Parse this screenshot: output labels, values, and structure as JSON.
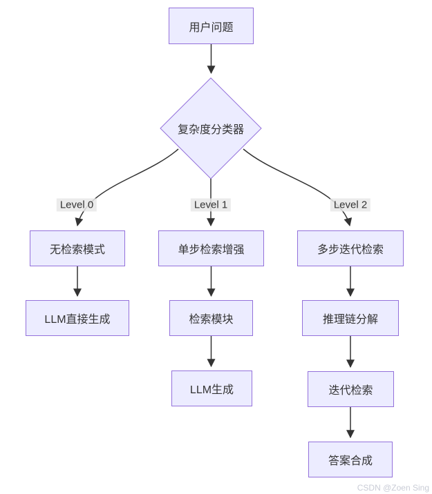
{
  "diagram": {
    "type": "flowchart",
    "nodes": {
      "user_question": {
        "label": "用户问题",
        "shape": "rect"
      },
      "classifier": {
        "label": "复杂度分类器",
        "shape": "diamond"
      },
      "no_retrieval": {
        "label": "无检索模式",
        "shape": "rect"
      },
      "llm_direct": {
        "label": "LLM直接生成",
        "shape": "rect"
      },
      "single_step": {
        "label": "单步检索增强",
        "shape": "rect"
      },
      "retrieval_module": {
        "label": "检索模块",
        "shape": "rect"
      },
      "llm_gen": {
        "label": "LLM生成",
        "shape": "rect"
      },
      "multi_step": {
        "label": "多步迭代检索",
        "shape": "rect"
      },
      "reasoning_chain": {
        "label": "推理链分解",
        "shape": "rect"
      },
      "iterative_retrieval": {
        "label": "迭代检索",
        "shape": "rect"
      },
      "answer_synthesis": {
        "label": "答案合成",
        "shape": "rect"
      }
    },
    "edge_labels": {
      "level0": "Level 0",
      "level1": "Level 1",
      "level2": "Level 2"
    },
    "edges": [
      {
        "from": "user_question",
        "to": "classifier",
        "label": ""
      },
      {
        "from": "classifier",
        "to": "no_retrieval",
        "label": "Level 0"
      },
      {
        "from": "classifier",
        "to": "single_step",
        "label": "Level 1"
      },
      {
        "from": "classifier",
        "to": "multi_step",
        "label": "Level 2"
      },
      {
        "from": "no_retrieval",
        "to": "llm_direct",
        "label": ""
      },
      {
        "from": "single_step",
        "to": "retrieval_module",
        "label": ""
      },
      {
        "from": "retrieval_module",
        "to": "llm_gen",
        "label": ""
      },
      {
        "from": "multi_step",
        "to": "reasoning_chain",
        "label": ""
      },
      {
        "from": "reasoning_chain",
        "to": "iterative_retrieval",
        "label": ""
      },
      {
        "from": "iterative_retrieval",
        "to": "answer_synthesis",
        "label": ""
      }
    ],
    "colors": {
      "node_fill": "#ECECFF",
      "node_border": "#9370DB",
      "edge_line": "#333333",
      "edge_label_bg": "#e8e8e8",
      "text": "#333333"
    }
  },
  "watermark": {
    "text": "CSDN @Zoen Sing"
  }
}
